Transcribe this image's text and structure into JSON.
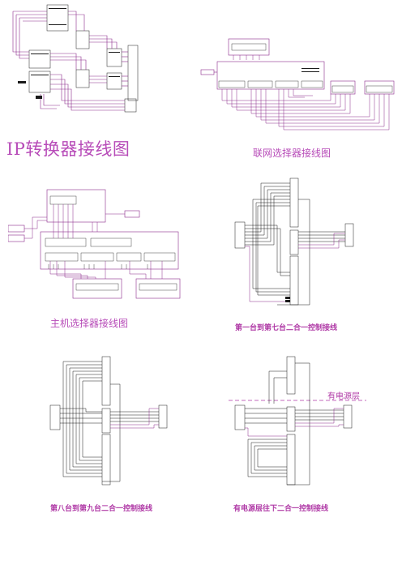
{
  "captions": {
    "ip": "IP转换器接线图",
    "network": "联网选择器接线图",
    "host": "主机选择器接线图",
    "first_to_seventh": "第一台到第七台二合一控制接线",
    "eighth_to_ninth": "第八台到第九台二合一控制接线",
    "power_floor_down": "有电源层往下二合一控制接线",
    "power_floor": "有电源层"
  },
  "colors": {
    "wire": "#8b2a8b",
    "wire_dark": "#1a1a1a",
    "caption": "#b74bb8",
    "box_border": "#8b2a8b",
    "dashed": "#b03aa6"
  }
}
